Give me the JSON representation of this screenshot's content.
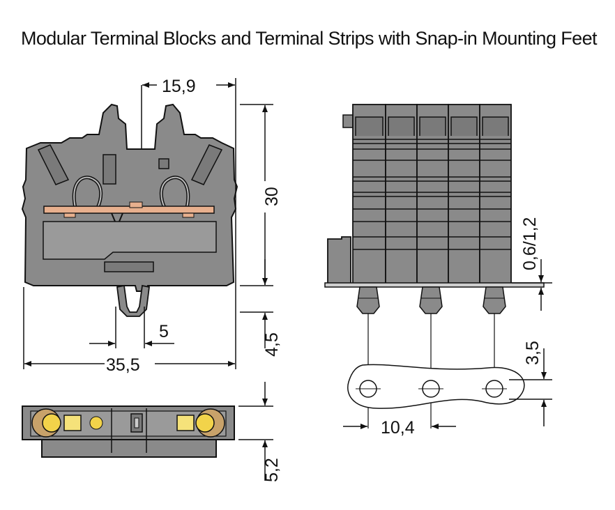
{
  "title": "Modular Terminal Blocks and Terminal Strips with Snap-in Mounting Feet",
  "colors": {
    "housing": "#8a8a8a",
    "housing_dark": "#6e6e6e",
    "outline": "#111111",
    "busbar": "#e8b08e",
    "clamp": "#f2d34a",
    "clamp_pale": "#f5e27a",
    "dimension": "#111111"
  },
  "dimensions": {
    "pitch_top": "15,9",
    "height": "30",
    "foot_gap": "5",
    "foot_height": "4,5",
    "width": "35,5",
    "bottom_view_height": "5,2",
    "rail_thickness": "0,6/1,2",
    "hole_offset": "3,5",
    "hole_pitch": "10,4"
  }
}
